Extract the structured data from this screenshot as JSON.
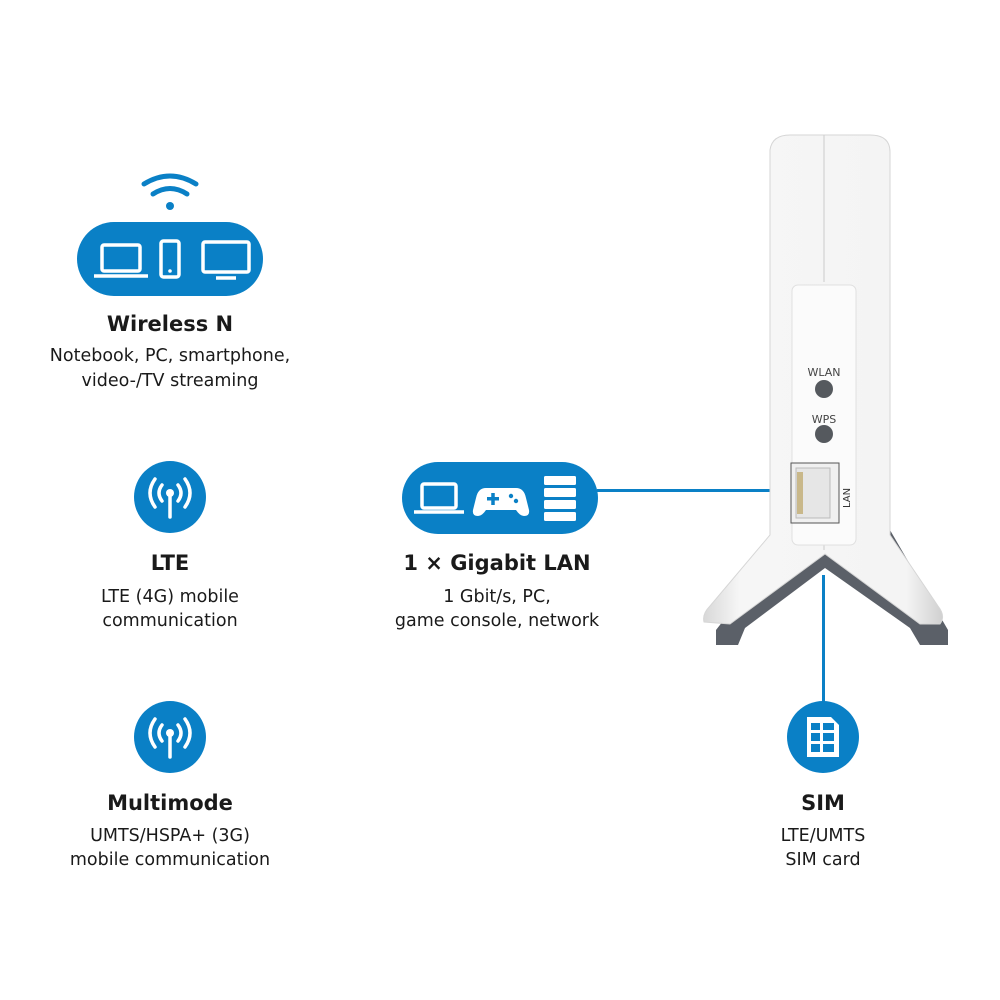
{
  "accent_color": "#0a80c6",
  "features": {
    "wireless": {
      "title": "Wireless N",
      "desc": [
        "Notebook, PC, smartphone,",
        "video-/TV streaming"
      ],
      "icons": [
        "wifi-icon",
        "laptop-icon",
        "smartphone-icon",
        "monitor-icon"
      ]
    },
    "lte": {
      "title": "LTE",
      "desc": [
        "LTE (4G) mobile",
        "communication"
      ],
      "icon": "antenna-icon"
    },
    "multimode": {
      "title": "Multimode",
      "desc": [
        "UMTS/HSPA+ (3G)",
        "mobile communication"
      ],
      "icon": "antenna-icon"
    },
    "lan": {
      "title": "1 × Gigabit LAN",
      "desc": [
        "1 Gbit/s, PC,",
        "game console, network"
      ],
      "icons": [
        "laptop-icon",
        "gamepad-icon",
        "server-icon"
      ]
    },
    "sim": {
      "title": "SIM",
      "desc": [
        "LTE/UMTS",
        "SIM card"
      ],
      "icon": "sim-card-icon"
    }
  },
  "device": {
    "buttons": [
      "WLAN",
      "WPS"
    ],
    "port_label": "LAN"
  }
}
